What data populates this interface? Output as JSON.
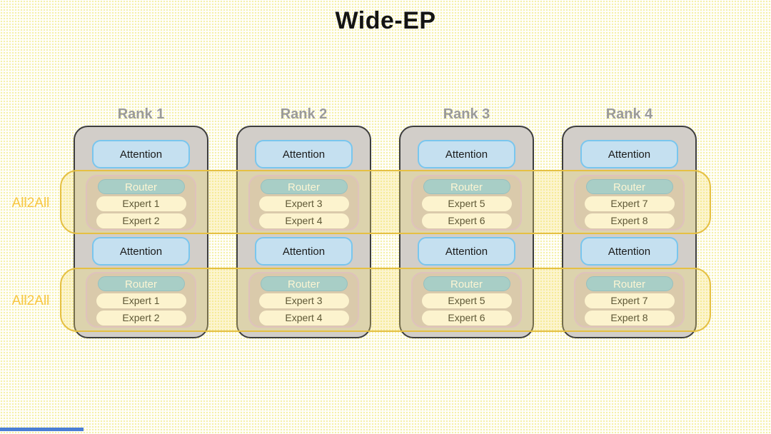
{
  "title": "Wide-EP",
  "all2all_bands": [
    {
      "label": "All2All"
    },
    {
      "label": "All2All"
    }
  ],
  "ranks": [
    {
      "label": "Rank 1",
      "layers": [
        {
          "attention": "Attention",
          "router": "Router",
          "experts": [
            "Expert 1",
            "Expert 2"
          ]
        },
        {
          "attention": "Attention",
          "router": "Router",
          "experts": [
            "Expert 1",
            "Expert 2"
          ]
        }
      ]
    },
    {
      "label": "Rank 2",
      "layers": [
        {
          "attention": "Attention",
          "router": "Router",
          "experts": [
            "Expert 3",
            "Expert 4"
          ]
        },
        {
          "attention": "Attention",
          "router": "Router",
          "experts": [
            "Expert 3",
            "Expert 4"
          ]
        }
      ]
    },
    {
      "label": "Rank 3",
      "layers": [
        {
          "attention": "Attention",
          "router": "Router",
          "experts": [
            "Expert 5",
            "Expert 6"
          ]
        },
        {
          "attention": "Attention",
          "router": "Router",
          "experts": [
            "Expert 5",
            "Expert 6"
          ]
        }
      ]
    },
    {
      "label": "Rank 4",
      "layers": [
        {
          "attention": "Attention",
          "router": "Router",
          "experts": [
            "Expert 7",
            "Expert 8"
          ]
        },
        {
          "attention": "Attention",
          "router": "Router",
          "experts": [
            "Expert 7",
            "Expert 8"
          ]
        }
      ]
    }
  ],
  "colors": {
    "title_text": "#141414",
    "rank_label": "#9a9a9a",
    "rank_fill": "#d2cec9",
    "rank_border": "#3d3d3d",
    "attention_fill": "#c5e0f0",
    "attention_border": "#79c6ee",
    "group_fill": "#cfc2c6",
    "group_border": "#d6b6de",
    "router_fill": "#87c7ed",
    "router_border": "#6db4e2",
    "router_text": "#ffffff",
    "expert_fill": "#fffdf8",
    "expert_text": "#1a1a1a",
    "band_fill": "rgba(246,222,110,0.30)",
    "band_border": "#e5c043",
    "all2all_text": "#f8c642",
    "progress_color": "#4a7ed6"
  }
}
